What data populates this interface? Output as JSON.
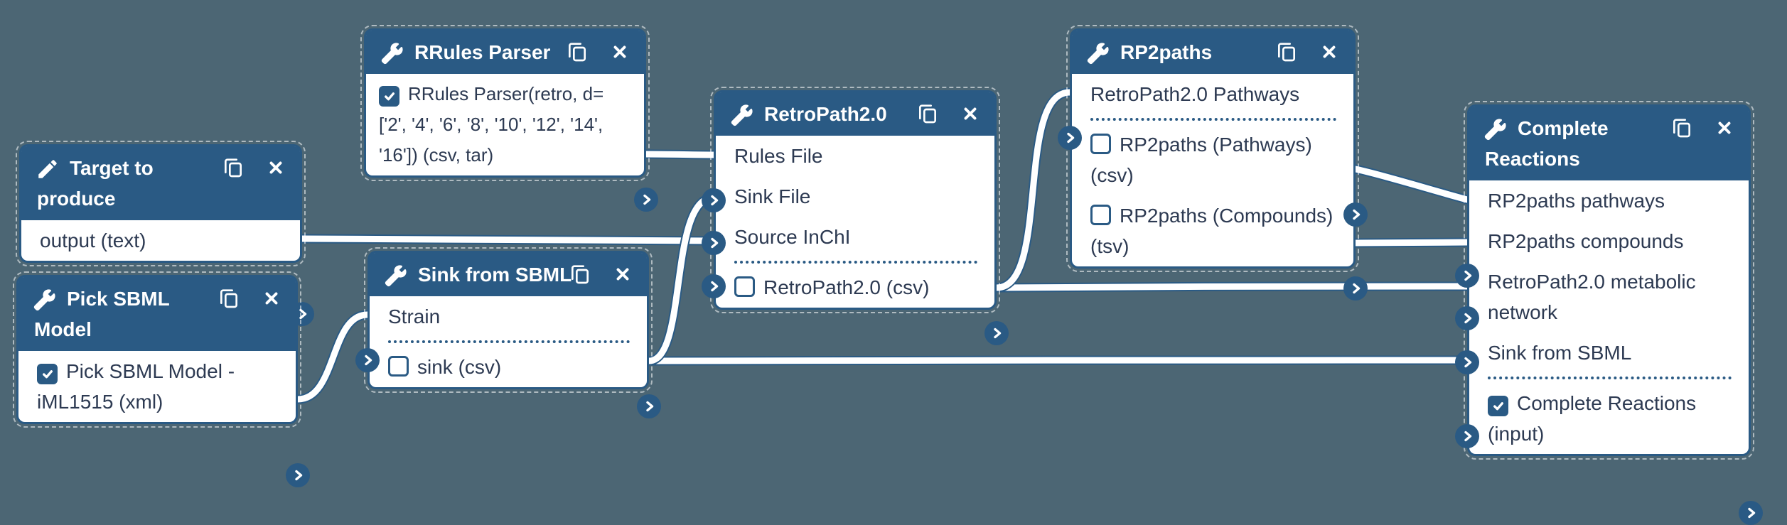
{
  "canvas": {
    "kind": "workflow-editor-canvas",
    "colors": {
      "background": "#4c6674",
      "node_header": "#2a5a84",
      "node_border": "#2a5a84",
      "body_text": "#2d3a52",
      "wire_core": "#ffffff",
      "wire_outline": "#2a5a84"
    }
  },
  "icons": {
    "pencil": "pencil-icon",
    "wrench": "wrench-icon",
    "duplicate": "copy-icon",
    "close": "x-icon",
    "port": "chevron-right-icon",
    "checked": "check-icon"
  },
  "nodes": [
    {
      "title": "Target to produce",
      "icon": "pencil-icon",
      "rows": [
        {
          "kind": "output",
          "label": "output (text)"
        }
      ]
    },
    {
      "title": "Pick SBML Model",
      "icon": "wrench-icon",
      "rows": [
        {
          "kind": "param-output",
          "checked": true,
          "label": "Pick SBML Model - iML1515 (xml)"
        }
      ]
    },
    {
      "title": "RRules Parser",
      "icon": "wrench-icon",
      "rows": [
        {
          "kind": "param-output",
          "checked": true,
          "label": "RRules Parser(retro, d=['2', '4', '6', '8', '10', '12', '14', '16']) (csv, tar)"
        }
      ]
    },
    {
      "title": "Sink from SBML",
      "icon": "wrench-icon",
      "rows": [
        {
          "kind": "input",
          "label": "Strain"
        },
        {
          "kind": "param-output",
          "checked": false,
          "label": "sink (csv)"
        }
      ]
    },
    {
      "title": "RetroPath2.0",
      "icon": "wrench-icon",
      "rows": [
        {
          "kind": "input",
          "label": "Rules File"
        },
        {
          "kind": "input",
          "label": "Sink File"
        },
        {
          "kind": "input",
          "label": "Source InChI"
        },
        {
          "kind": "param-output",
          "checked": false,
          "label": "RetroPath2.0 (csv)"
        }
      ]
    },
    {
      "title": "RP2paths",
      "icon": "wrench-icon",
      "rows": [
        {
          "kind": "input",
          "label": "RetroPath2.0 Pathways"
        },
        {
          "kind": "param-output",
          "checked": false,
          "label": "RP2paths (Pathways) (csv)"
        },
        {
          "kind": "param-output",
          "checked": false,
          "label": "RP2paths (Compounds) (tsv)"
        }
      ]
    },
    {
      "title": "Complete Reactions",
      "icon": "wrench-icon",
      "rows": [
        {
          "kind": "input",
          "label": "RP2paths pathways"
        },
        {
          "kind": "input",
          "label": "RP2paths compounds"
        },
        {
          "kind": "input",
          "label": "RetroPath2.0 metabolic network"
        },
        {
          "kind": "input",
          "label": "Sink from SBML"
        },
        {
          "kind": "param-output",
          "checked": true,
          "label": "Complete Reactions (input)"
        }
      ]
    }
  ],
  "connections": [
    {
      "from": "Target to produce / output (text)",
      "to": "RetroPath2.0 / Source InChI"
    },
    {
      "from": "RRules Parser / RRules Parser(retro, ...) (csv, tar)",
      "to": "RetroPath2.0 / Rules File"
    },
    {
      "from": "Pick SBML Model / Pick SBML Model - iML1515 (xml)",
      "to": "Sink from SBML / Strain"
    },
    {
      "from": "Sink from SBML / sink (csv)",
      "to": "RetroPath2.0 / Sink File"
    },
    {
      "from": "Sink from SBML / sink (csv)",
      "to": "Complete Reactions / Sink from SBML"
    },
    {
      "from": "RetroPath2.0 / RetroPath2.0 (csv)",
      "to": "RP2paths / RetroPath2.0 Pathways"
    },
    {
      "from": "RetroPath2.0 / RetroPath2.0 (csv)",
      "to": "Complete Reactions / RetroPath2.0 metabolic network"
    },
    {
      "from": "RP2paths / RP2paths (Pathways) (csv)",
      "to": "Complete Reactions / RP2paths pathways"
    },
    {
      "from": "RP2paths / RP2paths (Compounds) (tsv)",
      "to": "Complete Reactions / RP2paths compounds"
    }
  ]
}
